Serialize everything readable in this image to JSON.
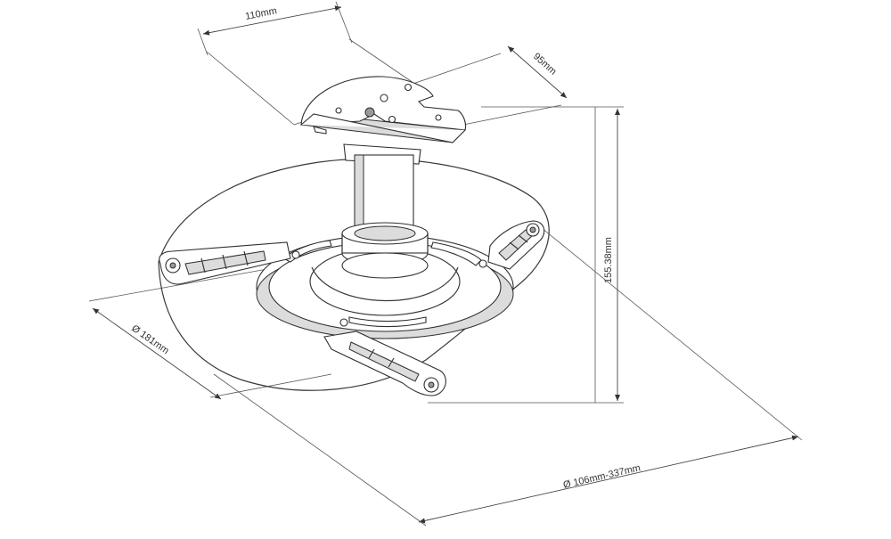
{
  "dimensions": {
    "plate_width": "110mm",
    "plate_depth": "95mm",
    "height": "155.38mm",
    "ring_diameter": "Ø  181mm",
    "arm_span": "Ø  106mm-337mm"
  },
  "colors": {
    "line": "#333333",
    "shade": "#dcdcdc",
    "background": "#ffffff"
  }
}
